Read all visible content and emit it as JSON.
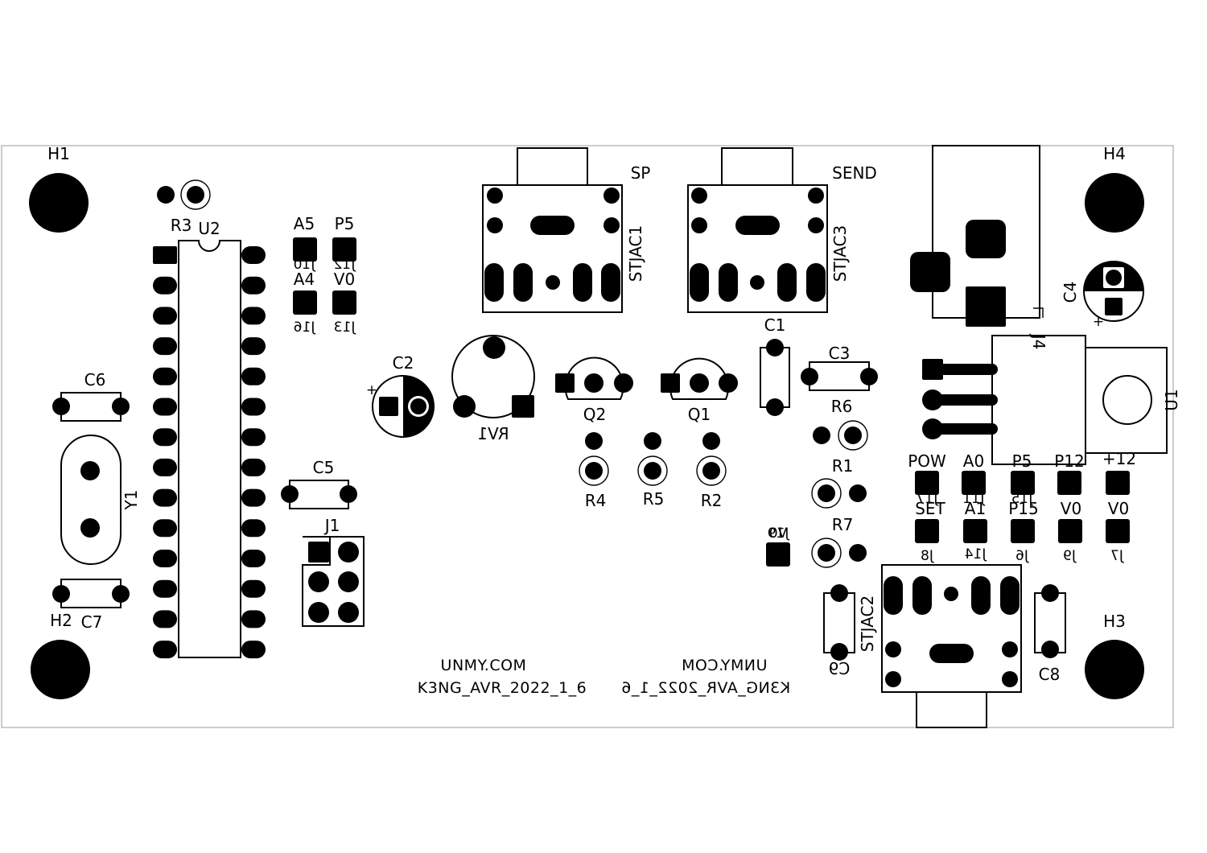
{
  "board": {
    "designators": {
      "H1": "H1",
      "H2": "H2",
      "H3": "H3",
      "H4": "H4",
      "R1": "R1",
      "R2": "R2",
      "R3": "R3",
      "R4": "R4",
      "R5": "R5",
      "R6": "R6",
      "R7": "R7",
      "U1": "U1",
      "U2": "U2",
      "C1": "C1",
      "C2": "C2",
      "C3": "C3",
      "C4": "C4",
      "C5": "C5",
      "C6": "C6",
      "C7": "C7",
      "C8": "C8",
      "C9": "C9",
      "Q1": "Q1",
      "Q2": "Q2",
      "RV1": "RV1",
      "Y1": "Y1",
      "J1": "J1",
      "J4": "J4",
      "STJAC1": "STJAC1",
      "STJAC2": "STJAC2",
      "STJAC3": "STJAC3"
    },
    "jack_labels": {
      "sp": "SP",
      "send": "SEND"
    },
    "pad_labels_top": {
      "A5": "A5",
      "P5a": "P5",
      "POW": "POW",
      "A0": "A0",
      "P5b": "P5",
      "P12": "P12",
      "plus12": "+12"
    },
    "pad_labels_bottom": {
      "A4": "A4",
      "V0a": "V0",
      "SET": "SET",
      "A1": "A1",
      "P15": "P15",
      "V0b": "V0",
      "V0c": "V0"
    },
    "mirrored_labels": {
      "J10": "J10",
      "J12": "J12",
      "J16": "J16",
      "J13": "J13",
      "J17": "J17",
      "J15": "J15",
      "J11": "J11",
      "J6": "J6",
      "J9": "J9",
      "J7": "J7",
      "J8": "J8",
      "J14": "J14",
      "V0d": "V0",
      "J19": "J19"
    },
    "silk_text": {
      "front_line1": "UNMY.COM",
      "front_line2": "K3NG_AVR_2022_1_6",
      "back_line1": "UNMY.COM",
      "back_line2": "K3NG_AVR_2022_1_6"
    },
    "colors": {
      "copper": "#000000",
      "edge_cut": "#9a9a9a",
      "background": "#ffffff"
    }
  }
}
